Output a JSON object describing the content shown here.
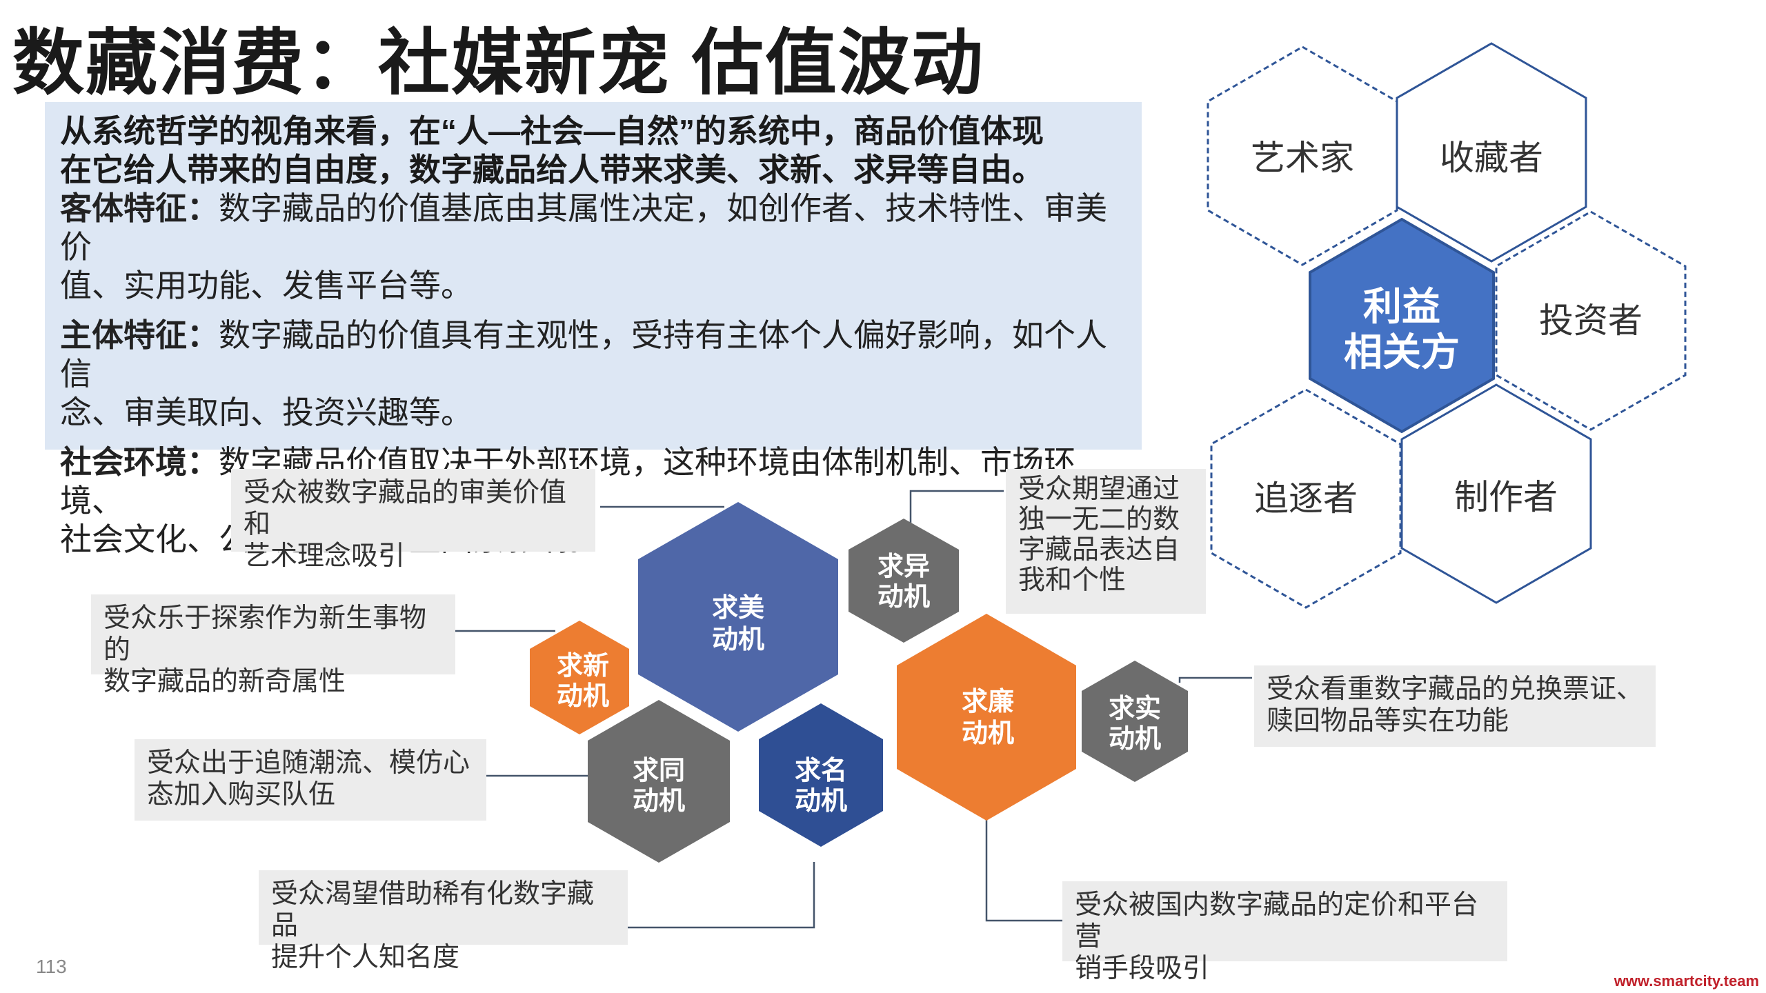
{
  "title": "数藏消费：社媒新宠 估值波动",
  "intro": {
    "lead_line1": "从系统哲学的视角来看，在“人—社会—自然”的系统中，商品价值体现",
    "lead_line2": "在它给人带来的自由度，数字藏品给人带来求美、求新、求异等自由。",
    "items": [
      {
        "label": "客体特征：",
        "line1": "数字藏品的价值基底由其属性决定，如创作者、技术特性、审美价",
        "line2": "值、实用功能、发售平台等。"
      },
      {
        "label": "主体特征：",
        "line1": "数字藏品的价值具有主观性，受持有主体个人偏好影响，如个人信",
        "line2": "念、审美取向、投资兴趣等。"
      },
      {
        "label": "社会环境：",
        "line1": "数字藏品价值取决于外部环境，这种环境由体制机制、市场环境、",
        "line2": "社会文化、公众心理等多重因素影响。"
      }
    ]
  },
  "stakeholders": {
    "center": {
      "line1": "利益",
      "line2": "相关方"
    },
    "items": [
      "艺术家",
      "收藏者",
      "投资者",
      "制作者",
      "追逐者"
    ],
    "center_color": "#4472c4",
    "border_color": "#2f5597"
  },
  "motives": [
    {
      "id": "qiumei",
      "line1": "求美",
      "line2": "动机",
      "color": "#4f67a8"
    },
    {
      "id": "qiuyi",
      "line1": "求异",
      "line2": "动机",
      "color": "#6d6d6d"
    },
    {
      "id": "qiuxin",
      "line1": "求新",
      "line2": "动机",
      "color": "#ed7d31"
    },
    {
      "id": "qiutong",
      "line1": "求同",
      "line2": "动机",
      "color": "#6d6d6d"
    },
    {
      "id": "qiuming",
      "line1": "求名",
      "line2": "动机",
      "color": "#2f4f94"
    },
    {
      "id": "qiulian",
      "line1": "求廉",
      "line2": "动机",
      "color": "#ed7d31"
    },
    {
      "id": "qiushi",
      "line1": "求实",
      "line2": "动机",
      "color": "#6d6d6d"
    }
  ],
  "callouts": {
    "qiumei": {
      "line1": "受众被数字藏品的审美价值和",
      "line2": "艺术理念吸引"
    },
    "qiuyi": {
      "line1": "受众期望通过",
      "line2": "独一无二的数",
      "line3": "字藏品表达自",
      "line4": "我和个性"
    },
    "qiuxin": {
      "line1": "受众乐于探索作为新生事物的",
      "line2": "数字藏品的新奇属性"
    },
    "qiushi": {
      "line1": "受众看重数字藏品的兑换票证、",
      "line2": "赎回物品等实在功能"
    },
    "qiutong": {
      "line1": "受众出于追随潮流、模仿心",
      "line2": "态加入购买队伍"
    },
    "qiuming": {
      "line1": "受众渴望借助稀有化数字藏品",
      "line2": "提升个人知名度"
    },
    "qiulian": {
      "line1": "受众被国内数字藏品的定价和平台营",
      "line2": "销手段吸引"
    }
  },
  "page_number": "113",
  "footer_url": "www.smartcity.team"
}
